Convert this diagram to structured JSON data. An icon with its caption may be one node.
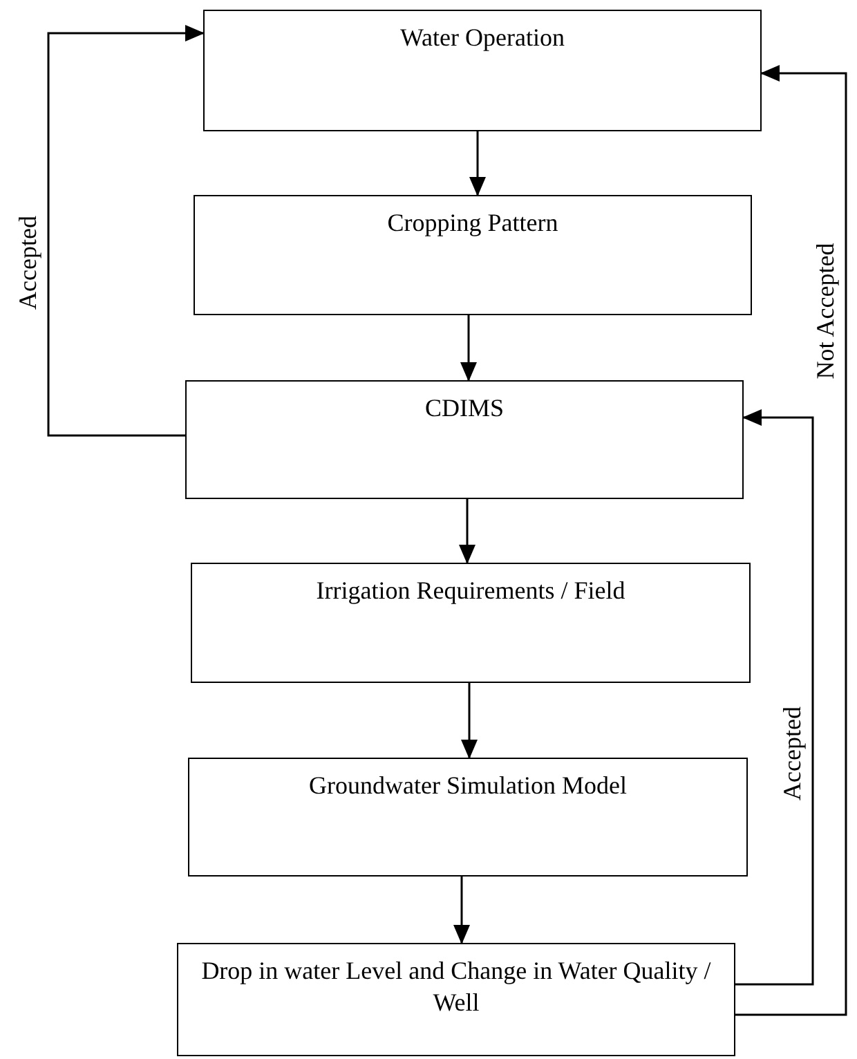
{
  "diagram": {
    "nodes": [
      {
        "text": [
          "Water Operation"
        ]
      },
      {
        "text": [
          "Cropping Pattern"
        ]
      },
      {
        "text": [
          "CDIMS"
        ]
      },
      {
        "text": [
          "Irrigation Requirements / Field"
        ]
      },
      {
        "text": [
          "Groundwater Simulation Model"
        ]
      },
      {
        "text": [
          "Drop in water Level and Change in Water Quality / Well"
        ]
      }
    ],
    "edges": [
      {
        "from": 0,
        "to": 1,
        "arrow": "to"
      },
      {
        "from": 1,
        "to": 2,
        "arrow": "to"
      },
      {
        "from": 2,
        "to": 3,
        "arrow": "to"
      },
      {
        "from": 3,
        "to": 4,
        "arrow": "to"
      },
      {
        "from": 4,
        "to": 5,
        "arrow": "to"
      },
      {
        "from": 2,
        "to": 0,
        "arrow": "to",
        "label": "Accepted"
      },
      {
        "from": 5,
        "to": 2,
        "arrow": "to",
        "label": "Accepted"
      },
      {
        "from": 5,
        "to": 0,
        "arrow": "to",
        "label": "Not Accepted"
      }
    ]
  }
}
